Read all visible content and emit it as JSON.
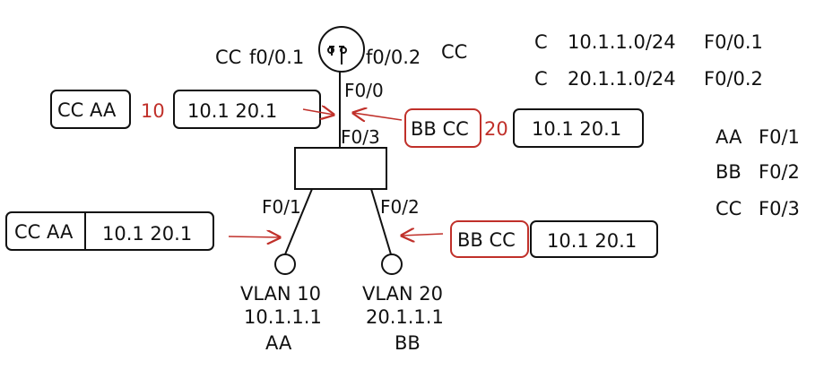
{
  "router": {
    "left_label": "CC",
    "subif1": "f0/0.1",
    "subif2": "f0/0.2",
    "right_label": "CC",
    "uplink_top": "F0/0",
    "uplink_bottom": "F0/3"
  },
  "routing_table": [
    {
      "code": "C",
      "network": "10.1.1.0/24",
      "iface": "F0/0.1"
    },
    {
      "code": "C",
      "network": "20.1.1.0/24",
      "iface": "F0/0.2"
    }
  ],
  "mac_table": [
    {
      "mac": "AA",
      "port": "F0/1"
    },
    {
      "mac": "BB",
      "port": "F0/2"
    },
    {
      "mac": "CC",
      "port": "F0/3"
    }
  ],
  "switch": {
    "left_port": "F0/1",
    "right_port": "F0/2"
  },
  "frames": {
    "upper_left": {
      "header": "CC AA",
      "vlan_tag": "10",
      "payload": "10.1  20.1"
    },
    "upper_right": {
      "header": "BB CC",
      "vlan_tag": "20",
      "payload": "10.1  20.1"
    },
    "lower_left": {
      "header": "CC AA",
      "payload": "10.1  20.1"
    },
    "lower_right": {
      "header": "BB CC",
      "payload": "10.1  20.1"
    }
  },
  "hosts": [
    {
      "vlan": "VLAN 10",
      "ip": "10.1.1.1",
      "name": "AA"
    },
    {
      "vlan": "VLAN 20",
      "ip": "20.1.1.1",
      "name": "BB"
    }
  ],
  "colors": {
    "ink": "#111111",
    "accent": "#c0302a"
  }
}
